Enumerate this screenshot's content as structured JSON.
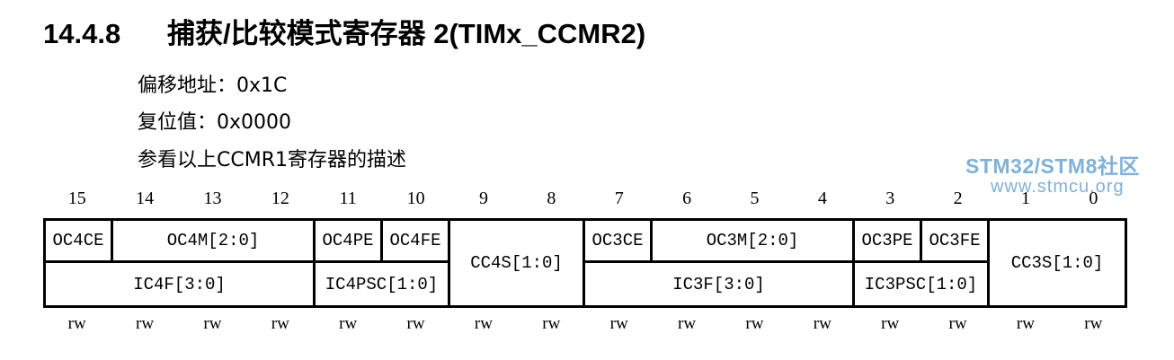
{
  "heading": {
    "number": "14.4.8",
    "title": "捕获/比较模式寄存器 2(TIMx_CCMR2)"
  },
  "info": {
    "offset": "偏移地址：0x1C",
    "reset": "复位值：0x0000",
    "note": "参看以上CCMR1寄存器的描述"
  },
  "watermark": {
    "brand": "STM32/STM8社区",
    "url": "www.stmcu.org"
  },
  "register": {
    "bit_numbers": [
      "15",
      "14",
      "13",
      "12",
      "11",
      "10",
      "9",
      "8",
      "7",
      "6",
      "5",
      "4",
      "3",
      "2",
      "1",
      "0"
    ],
    "fields": {
      "oc4ce": "OC4CE",
      "oc4m": "OC4M[2:0]",
      "oc4pe": "OC4PE",
      "oc4fe": "OC4FE",
      "cc4s": "CC4S[1:0]",
      "oc3ce": "OC3CE",
      "oc3m": "OC3M[2:0]",
      "oc3pe": "OC3PE",
      "oc3fe": "OC3FE",
      "cc3s": "CC3S[1:0]",
      "ic4f": "IC4F[3:0]",
      "ic4psc": "IC4PSC[1:0]",
      "ic3f": "IC3F[3:0]",
      "ic3psc": "IC3PSC[1:0]"
    },
    "access": [
      "rw",
      "rw",
      "rw",
      "rw",
      "rw",
      "rw",
      "rw",
      "rw",
      "rw",
      "rw",
      "rw",
      "rw",
      "rw",
      "rw",
      "rw",
      "rw"
    ]
  }
}
